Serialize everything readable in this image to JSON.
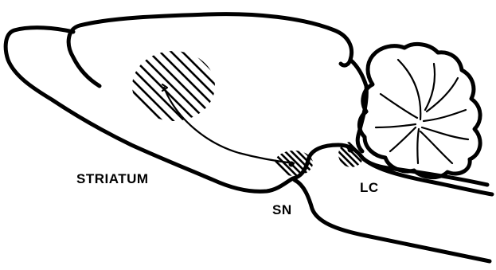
{
  "labels": {
    "striatum": "STRIATUM",
    "sn": "SN",
    "lc": "LC"
  },
  "colors": {
    "ink": "#000000",
    "background": "#ffffff"
  }
}
